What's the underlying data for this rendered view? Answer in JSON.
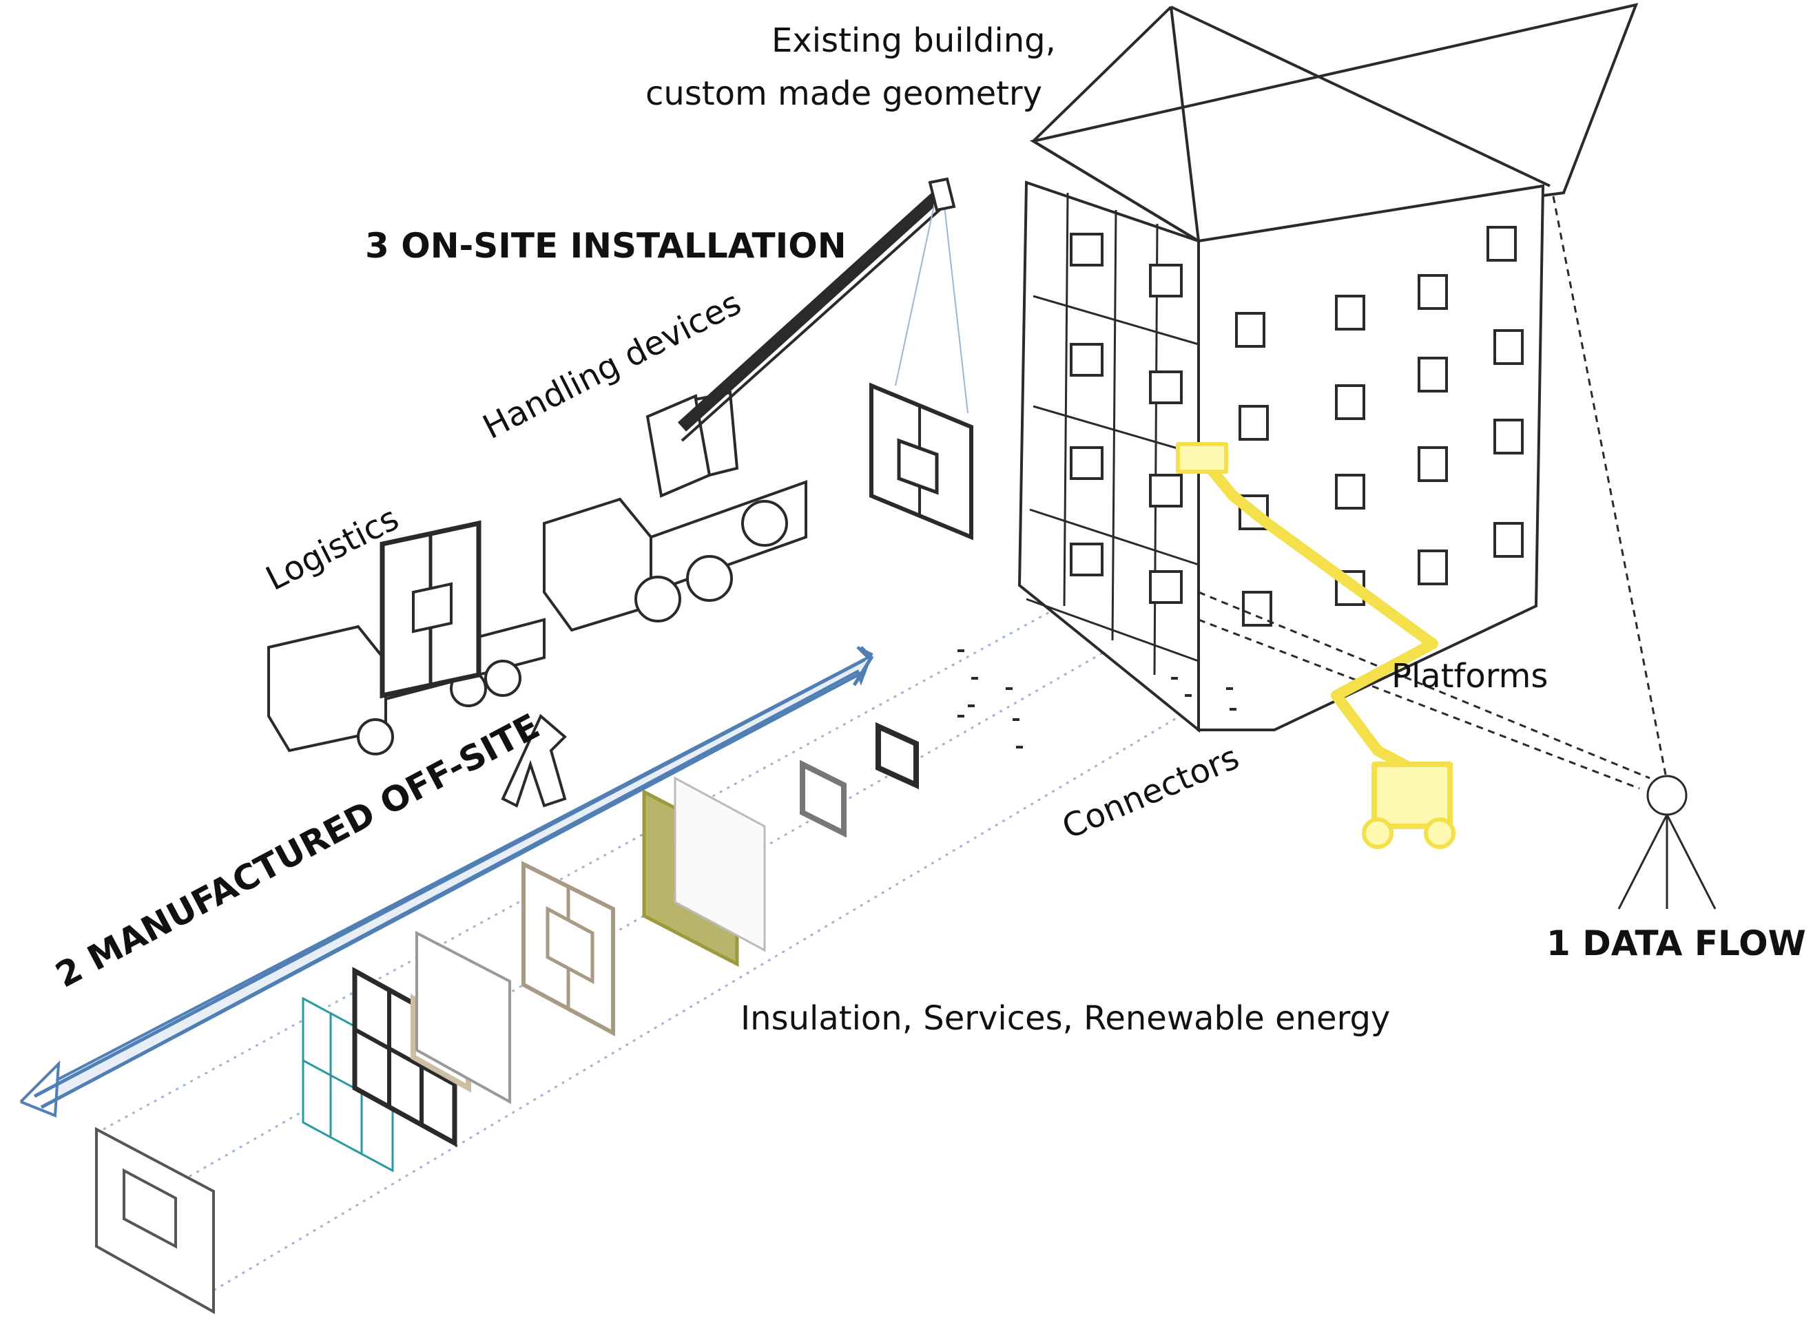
{
  "labels": {
    "existing_building_line1": "Existing building,",
    "existing_building_line2": "custom made geometry",
    "on_site_installation": "3 ON-SITE INSTALLATION",
    "handling_devices": "Handling devices",
    "logistics": "Logistics",
    "manufactured_off_site": "2 MANUFACTURED OFF-SITE",
    "platforms": "Platforms",
    "connectors": "Connectors",
    "insulation_services": "Insulation, Services, Renewable energy",
    "data_flow": "1 DATA FLOW"
  },
  "colors": {
    "line": "#2a2a2a",
    "arrow_blue": "#4f7fb4",
    "arrow_fill": "#e8eef6",
    "platform_yellow": "#f3e04a",
    "panel_olive": "#9c9a3c",
    "panel_teal": "#2a9aa0",
    "panel_beige": "#cdbfa3",
    "guide_blue": "#9fb4d8"
  }
}
